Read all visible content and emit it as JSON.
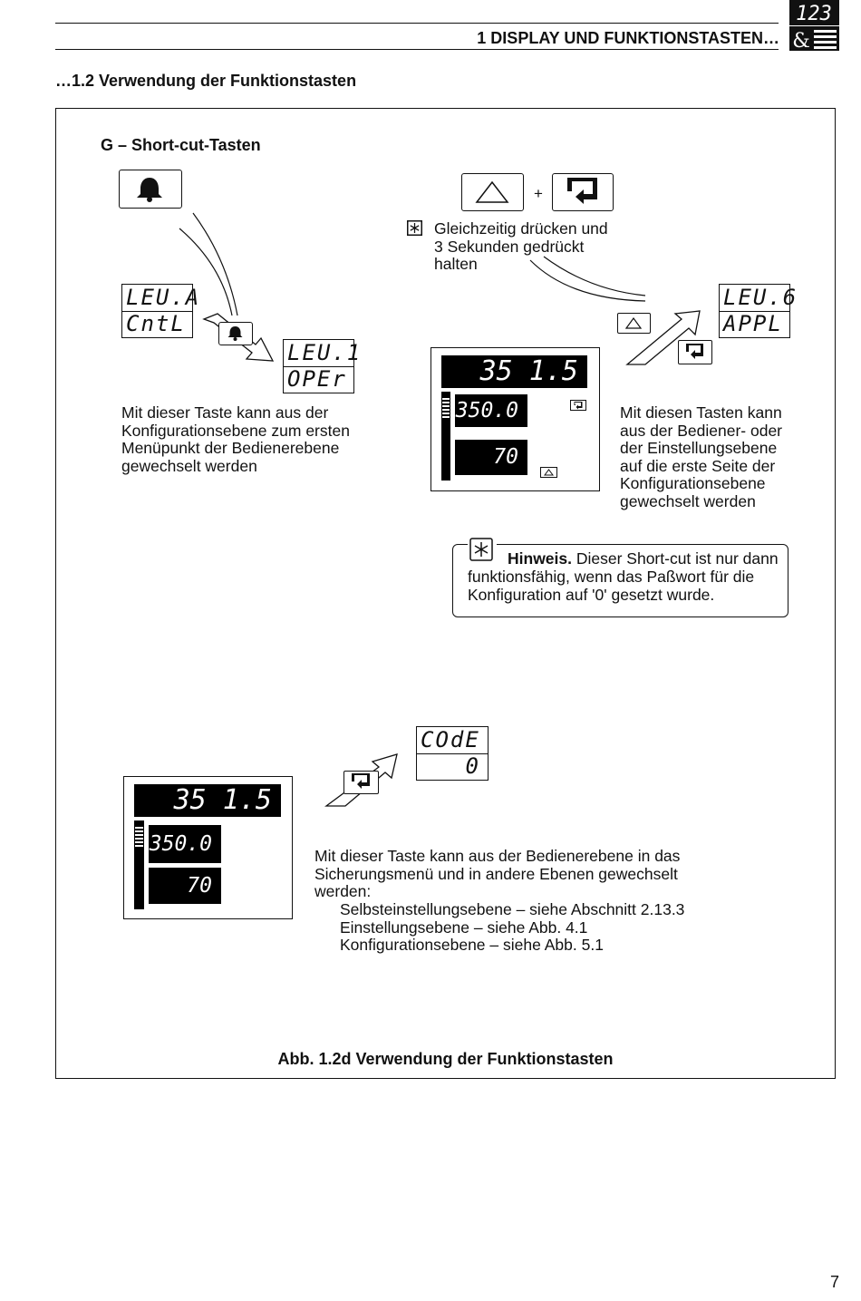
{
  "header": {
    "chapter_title": "1   DISPLAY UND FUNKTIONSTASTEN…",
    "logo_top": "123",
    "logo_bottom": "&"
  },
  "section": {
    "title": "…1.2   Verwendung der Funktionstasten"
  },
  "figure": {
    "subtitle": "G – Short-cut-Tasten",
    "plus_sign": "+",
    "press_instruction": "Gleichzeitig drücken und\n3 Sekunden gedrückt\nhalten",
    "left_display_from": {
      "top": "LEU.A",
      "bottom": "CntL"
    },
    "left_display_to": {
      "top": "LEU.1",
      "bottom": "OPEr"
    },
    "left_text": "Mit dieser Taste kann aus der\nKonfigurationsebene zum ersten\nMenüpunkt der Bedienerebene\ngewechselt werden",
    "right_display_to": {
      "top": "LEU.6",
      "bottom": "APPL"
    },
    "center_panel": {
      "pv": "35 1.5",
      "sp": "350.0",
      "out": "70"
    },
    "right_text": "Mit diesen Tasten kann\naus der Bediener- oder\nder Einstellungsebene\nauf die erste Seite der\nKonfigurationsebene\ngewechselt werden",
    "note": {
      "label": "Hinweis.",
      "text": " Dieser Short-cut ist nur dann funktionsfähig, wenn das Paßwort für die Konfiguration auf '0' gesetzt wurde."
    },
    "bottom_panel": {
      "pv": "35 1.5",
      "sp": "350.0",
      "out": "70"
    },
    "code_display": {
      "top": "COdE",
      "bottom": "0"
    },
    "bottom_text": "Mit dieser Taste kann aus der Bedienerebene in das\nSicherungsmenü und in andere Ebenen gewechselt\nwerden:",
    "bottom_list": [
      "Selbsteinstellungsebene – siehe Abschnitt 2.13.3",
      "Einstellungsebene – siehe Abb. 4.1",
      "Konfigurationsebene – siehe Abb. 5.1"
    ],
    "caption": "Abb. 1.2d Verwendung der Funktionstasten"
  },
  "page_number": "7"
}
